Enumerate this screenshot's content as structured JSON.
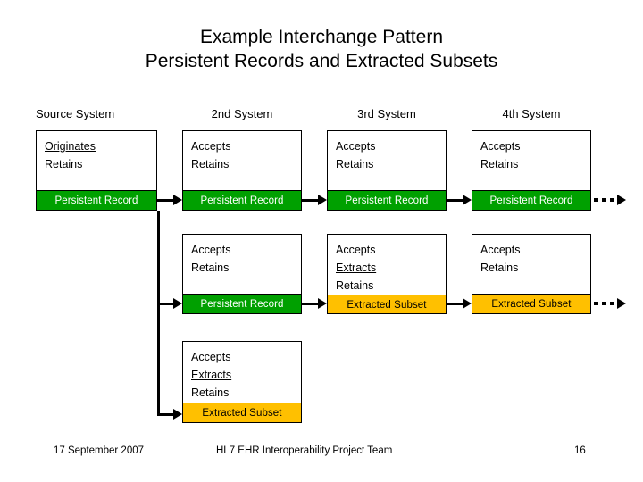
{
  "slide": {
    "title_line1": "Example Interchange Pattern",
    "title_line2": "Persistent Records and Extracted Subsets"
  },
  "colors": {
    "persistent_record_fill": "#00A000",
    "persistent_record_text": "#FFFFFF",
    "extracted_subset_fill": "#FFC000",
    "extracted_subset_text": "#000000",
    "box_border": "#000000",
    "background": "#FFFFFF",
    "connector": "#000000"
  },
  "columns": [
    {
      "header": "Source System"
    },
    {
      "header": "2nd System"
    },
    {
      "header": "3rd System"
    },
    {
      "header": "4th System"
    }
  ],
  "rows": [
    {
      "row_name": "persistent-record-chain",
      "cells": [
        {
          "column": "Source System",
          "verbs": [
            {
              "text": "Originates",
              "underline": true
            },
            {
              "text": "Retains",
              "underline": false
            }
          ],
          "bar_label": "Persistent Record",
          "bar_kind": "persistent"
        },
        {
          "column": "2nd System",
          "verbs": [
            {
              "text": "Accepts",
              "underline": false
            },
            {
              "text": "Retains",
              "underline": false
            }
          ],
          "bar_label": "Persistent Record",
          "bar_kind": "persistent"
        },
        {
          "column": "3rd System",
          "verbs": [
            {
              "text": "Accepts",
              "underline": false
            },
            {
              "text": "Retains",
              "underline": false
            }
          ],
          "bar_label": "Persistent Record",
          "bar_kind": "persistent"
        },
        {
          "column": "4th System",
          "verbs": [
            {
              "text": "Accepts",
              "underline": false
            },
            {
              "text": "Retains",
              "underline": false
            }
          ],
          "bar_label": "Persistent Record",
          "bar_kind": "persistent"
        }
      ]
    },
    {
      "row_name": "extracted-subset-chain",
      "cells": [
        {
          "column": "2nd System",
          "verbs": [
            {
              "text": "Accepts",
              "underline": false
            },
            {
              "text": "Retains",
              "underline": false
            }
          ],
          "bar_label": "Persistent Record",
          "bar_kind": "persistent"
        },
        {
          "column": "3rd System",
          "verbs": [
            {
              "text": "Accepts",
              "underline": false
            },
            {
              "text": "Extracts",
              "underline": true
            },
            {
              "text": "Retains",
              "underline": false
            }
          ],
          "bar_label": "Extracted Subset",
          "bar_kind": "extracted"
        },
        {
          "column": "4th System",
          "verbs": [
            {
              "text": "Accepts",
              "underline": false
            },
            {
              "text": "Retains",
              "underline": false
            }
          ],
          "bar_label": "Extracted Subset",
          "bar_kind": "extracted"
        }
      ]
    },
    {
      "row_name": "direct-extract-branch",
      "cells": [
        {
          "column": "2nd System",
          "verbs": [
            {
              "text": "Accepts",
              "underline": false
            },
            {
              "text": "Extracts",
              "underline": true
            },
            {
              "text": "Retains",
              "underline": false
            }
          ],
          "bar_label": "Extracted Subset",
          "bar_kind": "extracted"
        }
      ]
    }
  ],
  "footer": {
    "date": "17 September 2007",
    "team": "HL7 EHR Interoperability Project Team",
    "page": "16"
  }
}
